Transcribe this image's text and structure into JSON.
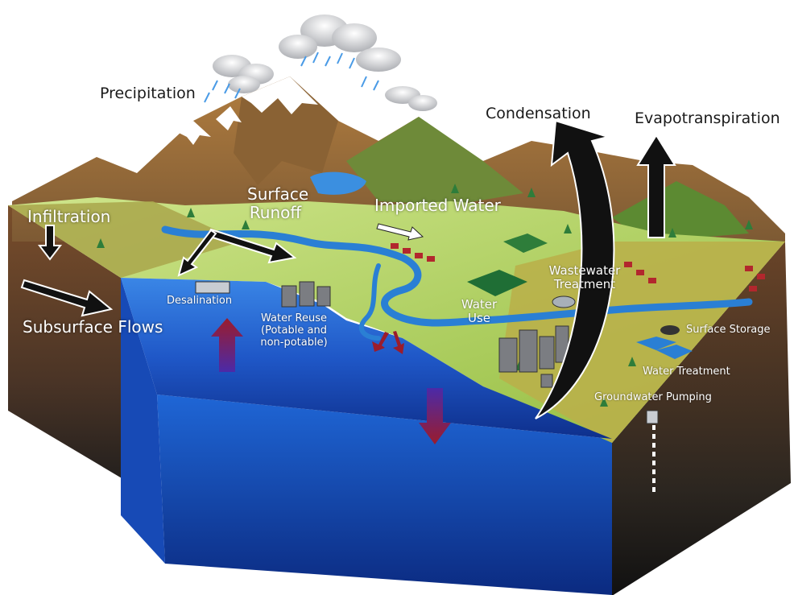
{
  "labels": {
    "precipitation": "Precipitation",
    "condensation": "Condensation",
    "evapotranspiration": "Evapotranspiration",
    "infiltration": "Infiltration",
    "subsurface_flows": "Subsurface Flows",
    "surface_runoff_1": "Surface",
    "surface_runoff_2": "Runoff",
    "imported_water": "Imported Water",
    "desalination": "Desalination",
    "water_reuse_1": "Water Reuse",
    "water_reuse_2": "(Potable and",
    "water_reuse_3": "non-potable)",
    "water_use_1": "Water",
    "water_use_2": "Use",
    "wastewater_1": "Wastewater",
    "wastewater_2": "Treatment",
    "surface_storage": "Surface Storage",
    "water_treatment": "Water Treatment",
    "groundwater_pumping": "Groundwater Pumping"
  },
  "colors": {
    "ocean": "#1f57c7",
    "ocean_dark": "#0d2f8a",
    "land_green": "#9cc246",
    "land_olive": "#b8b04a",
    "mountain": "#a9793f",
    "snow": "#ffffff",
    "arrow_black": "#1a1a1a",
    "arrow_red": "#8b1c2e",
    "river": "#2a7fd4"
  }
}
